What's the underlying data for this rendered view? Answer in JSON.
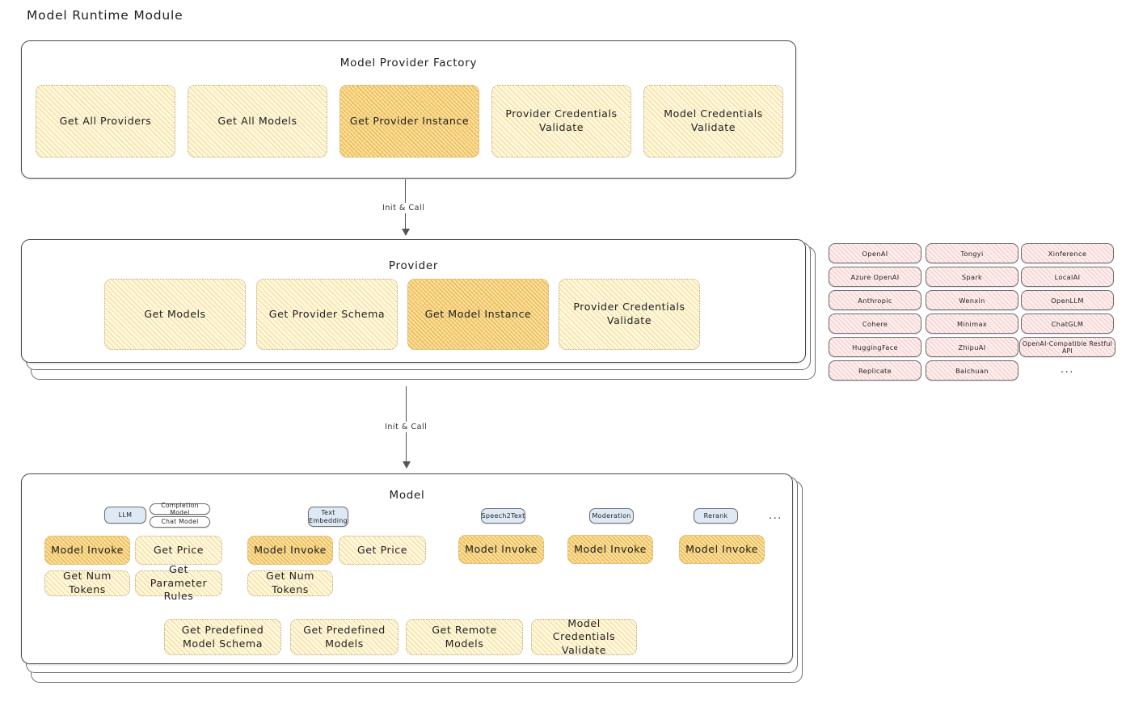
{
  "page": {
    "title": "Model Runtime Module"
  },
  "factory": {
    "title": "Model Provider Factory",
    "nodes": [
      {
        "label": "Get All Providers",
        "highlight": false
      },
      {
        "label": "Get All Models",
        "highlight": false
      },
      {
        "label": "Get Provider Instance",
        "highlight": true
      },
      {
        "label": "Provider Credentials Validate",
        "highlight": false
      },
      {
        "label": "Model Credentials Validate",
        "highlight": false
      }
    ]
  },
  "arrows": [
    {
      "label": "Init & Call"
    },
    {
      "label": "Init & Call"
    }
  ],
  "provider": {
    "title": "Provider",
    "nodes": [
      {
        "label": "Get Models",
        "highlight": false
      },
      {
        "label": "Get Provider Schema",
        "highlight": false
      },
      {
        "label": "Get Model Instance",
        "highlight": true
      },
      {
        "label": "Provider Credentials Validate",
        "highlight": false
      }
    ]
  },
  "provider_list": {
    "columns": [
      [
        "OpenAI",
        "Azure OpenAI",
        "Anthropic",
        "Cohere",
        "HuggingFace",
        "Replicate"
      ],
      [
        "Tongyi",
        "Spark",
        "Wenxin",
        "Minimax",
        "ZhipuAI",
        "Baichuan"
      ],
      [
        "Xinference",
        "LocalAI",
        "OpenLLM",
        "ChatGLM",
        "OpenAI-Compatible Restful API"
      ]
    ],
    "ellipsis": "..."
  },
  "model": {
    "title": "Model",
    "ellipsis": "...",
    "types": [
      {
        "badge": "LLM",
        "sub_badges": [
          "Completion Model",
          "Chat Model"
        ],
        "ops": [
          "Model Invoke",
          "Get Price",
          "Get Num Tokens",
          "Get Parameter Rules"
        ]
      },
      {
        "badge": "Text Embedding",
        "sub_badges": [],
        "ops": [
          "Model Invoke",
          "Get Price",
          "Get Num Tokens"
        ]
      },
      {
        "badge": "Speech2Text",
        "sub_badges": [],
        "ops": [
          "Model Invoke"
        ]
      },
      {
        "badge": "Moderation",
        "sub_badges": [],
        "ops": [
          "Model Invoke"
        ]
      },
      {
        "badge": "Rerank",
        "sub_badges": [],
        "ops": [
          "Model Invoke"
        ]
      }
    ],
    "common_ops": [
      "Get Predefined Model Schema",
      "Get Predefined Models",
      "Get Remote Models",
      "Model Credentials Validate"
    ]
  },
  "colors": {
    "node_fill": "#fdf7e0",
    "node_highlight": "#fae3ae",
    "chip_fill": "#fdeeee",
    "badge_fill": "#ddeaf6",
    "stroke": "#4a4a4a"
  }
}
